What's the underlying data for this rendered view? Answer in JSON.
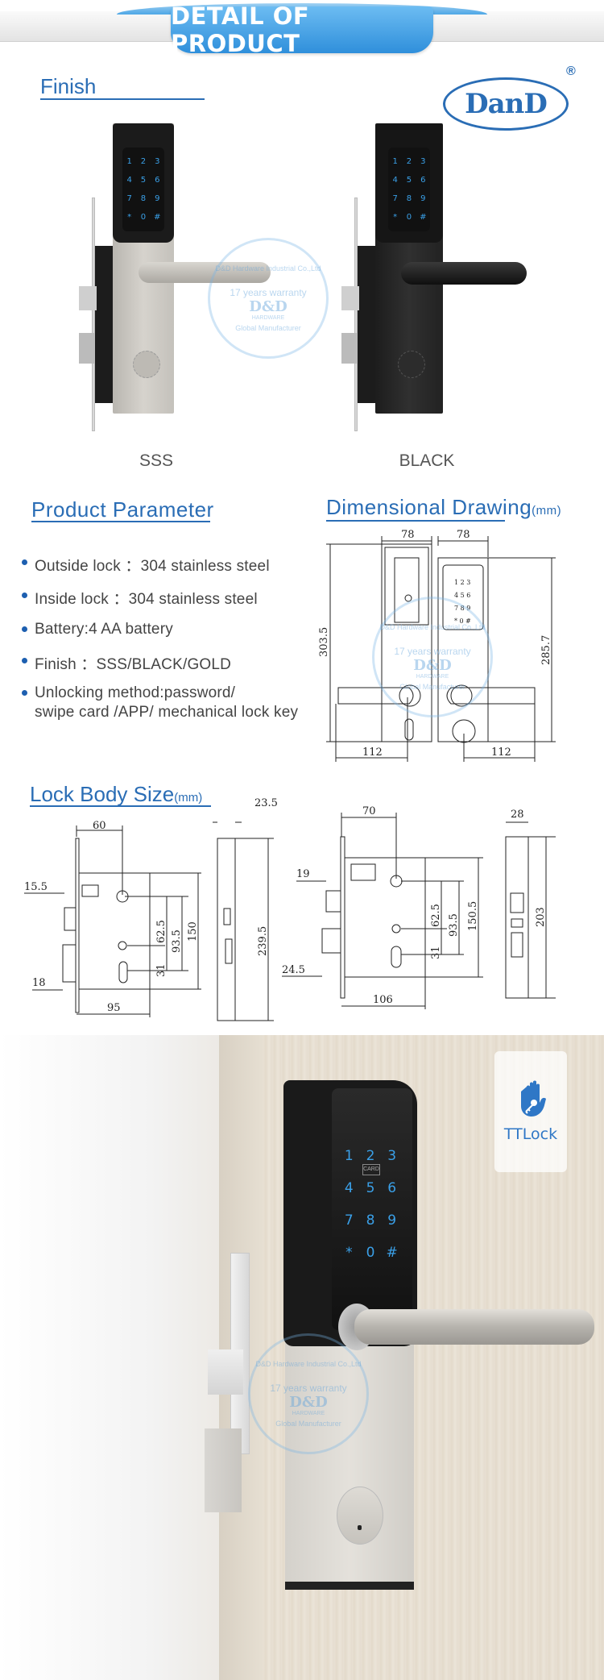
{
  "header": {
    "banner_title": "DETAIL OF PRODUCT"
  },
  "brand": {
    "logo_text": "DanD",
    "registered_mark": "®"
  },
  "finish_section": {
    "title": "Finish",
    "variants": [
      {
        "label": "SSS",
        "plate_color": "#c9c6c0",
        "handle_color": "#b9b6b0"
      },
      {
        "label": "BLACK",
        "plate_color": "#262626",
        "handle_color": "#1a1a1a"
      }
    ],
    "keypad_keys": [
      "1",
      "2",
      "3",
      "4",
      "5",
      "6",
      "7",
      "8",
      "9",
      "*",
      "0",
      "#"
    ]
  },
  "watermark": {
    "arc_top": "D&D Hardware Industrial Co.,Ltd",
    "warranty": "17 years warranty",
    "logo": "D&D",
    "sub": "HARDWARE",
    "arc_bottom": "Global Manufacturer"
  },
  "parameters": {
    "title": "Product Parameter",
    "items": [
      "Outside lock ：304 stainless steel",
      "Inside lock ：304 stainless steel",
      "Battery:4 AA battery",
      "Finish ：SSS/BLACK/GOLD",
      "Unlocking method:password/",
      "swipe card /APP/ mechanical lock key"
    ]
  },
  "dimensional_drawing": {
    "title": "Dimensional Drawing",
    "unit": "(mm)",
    "dims": {
      "width_left": "78",
      "width_right": "78",
      "height_left": "303.5",
      "height_right": "285.7",
      "handle_left": "112",
      "handle_right": "112"
    }
  },
  "lock_body": {
    "title": "Lock Body Size",
    "unit": "(mm)",
    "body_a": {
      "top_width": "60",
      "left_offset_top": "15.5",
      "left_offset_bottom": "18",
      "d1": "62.5",
      "d2": "93.5",
      "d3": "150",
      "d4": "31",
      "bottom_width": "95",
      "faceplate_width": "23.5",
      "faceplate_height": "239.5"
    },
    "body_b": {
      "top_width": "70",
      "left_offset_top": "19",
      "left_offset_bottom": "24.5",
      "d1": "62.5",
      "d2": "93.5",
      "d3": "150.5",
      "d4": "31",
      "bottom_width": "106",
      "faceplate_width": "28",
      "faceplate_height": "203"
    }
  },
  "photo": {
    "keypad_keys": [
      "1",
      "2",
      "3",
      "4",
      "5",
      "6",
      "7",
      "8",
      "9",
      "*",
      "0",
      "#"
    ],
    "card_label": "CARD",
    "app_badge": "TTLock"
  },
  "colors": {
    "accent_blue": "#2a6db5",
    "ribbon_blue": "#3d9be2",
    "keypad_glow": "#3aa0e8"
  }
}
